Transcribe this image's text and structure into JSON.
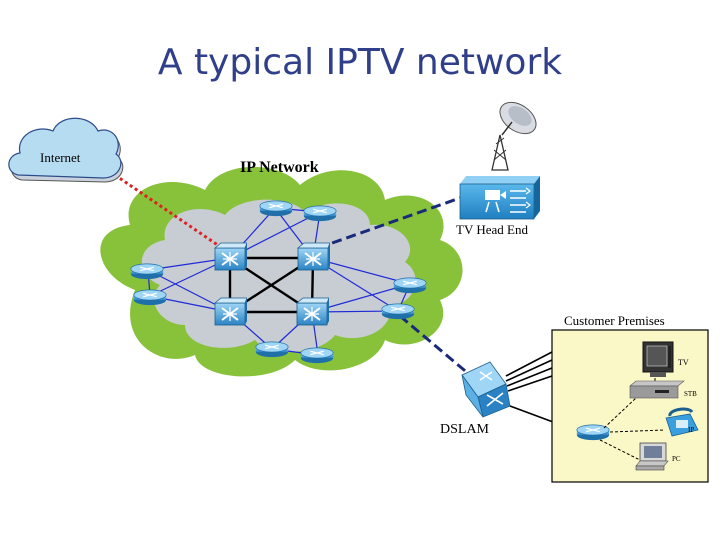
{
  "title": "A typical IPTV network",
  "labels": {
    "internet": "Internet",
    "ip_network": "IP Network",
    "tv_head_end": "TV Head End",
    "customer_premises": "Customer Premises",
    "dslam": "DSLAM",
    "tv": "TV",
    "stb": "STB",
    "ip_phone": "IP",
    "pc": "PC"
  },
  "colors": {
    "title": "#2f3f8a",
    "cloud_outer": "#88c23a",
    "cloud_inner": "#c8ccd3",
    "link": "#1f2bd6",
    "core_link": "#000000",
    "internet_link": "#dd2222",
    "uplink": "#1a2a7a",
    "premises_bg": "#fbf8c8",
    "device_blue": "#3aa0dd"
  },
  "icons": [
    "internet-cloud-icon",
    "satellite-dish-icon",
    "tv-head-end-icon",
    "router-icon",
    "core-switch-icon",
    "dslam-icon",
    "tv-icon",
    "set-top-box-icon",
    "ip-phone-icon",
    "pc-icon"
  ]
}
